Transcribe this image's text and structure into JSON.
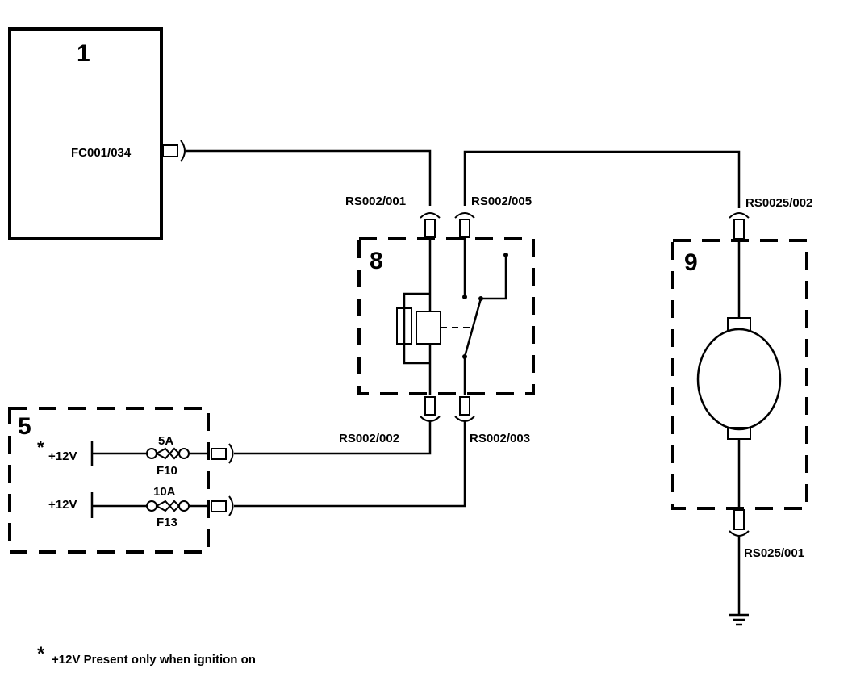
{
  "components": {
    "ecu": {
      "number": "1",
      "pin": "FC001/034"
    },
    "fuse_box": {
      "number": "5",
      "supply_1": "+12V",
      "supply_2": "+12V",
      "asterisk": "*",
      "fuse_1_rating": "5A",
      "fuse_1_name": "F10",
      "fuse_2_rating": "10A",
      "fuse_2_name": "F13"
    },
    "relay": {
      "number": "8",
      "pin_top_left": "RS002/001",
      "pin_top_right": "RS002/005",
      "pin_bottom_left": "RS002/002",
      "pin_bottom_right": "RS002/003"
    },
    "motor": {
      "number": "9",
      "pin_top": "RS0025/002",
      "pin_bottom": "RS025/001"
    }
  },
  "footnote": {
    "asterisk": "*",
    "text": "+12V Present only when ignition on"
  }
}
